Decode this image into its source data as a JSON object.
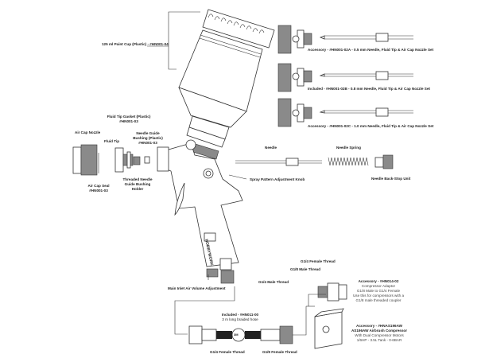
{
  "title": "Airbrush spray gun exploded parts diagram",
  "labels": {
    "paint_cup": "125 ml Paint Cup (Plastic) - #HN001-04",
    "nozzle_set_a": "Accessory - #HN001-02A - 0.5 mm Needle, Fluid Tip & Air Cap Nozzle Set",
    "nozzle_set_b": "Included - #HN001-02B - 0.8 mm Needle, Fluid Tip & Air Cap Nozzle Set",
    "nozzle_set_c": "Accessory - #HN001-02C - 1.0 mm Needle, Fluid Tip & Air Cap Nozzle Set",
    "fluid_tip_gasket": [
      "Fluid Tip Gasket (Plastic)",
      "#HN001-03"
    ],
    "needle_guide_bushing": [
      "Needle Guide",
      "Bushing (Plastic)",
      "#HN001-03"
    ],
    "air_cap_nozzle": "Air Cap Nozzle",
    "fluid_tip": "Fluid Tip",
    "air_cap_seal": [
      "Air Cap Seal",
      "#HN001-03"
    ],
    "threaded_needle_guide": [
      "Threaded Needle",
      "Guide Bushing",
      "Holder"
    ],
    "needle": "Needle",
    "needle_spring": "Needle Spring",
    "needle_back_stop": "Needle Back-Stop Unit",
    "spray_pattern_knob": "Spray Pattern Adjustment Knob",
    "main_inlet": "Main Inlet Air Volume Adjustment",
    "g14_male": "G1/4 Male Thread",
    "g14_female_top": "G1/4 Female Thread",
    "g18_male": "G1/8 Male Thread",
    "adaptor": [
      "Accessory - #HN014-02",
      "Compressor Adaptor",
      "G1/8 Male to G1/4 Female",
      "Use this for compressors with a",
      "G1/8 male threaded coupler"
    ],
    "compressor": [
      "Accessory - #HNAS196AW",
      "AS196AW Airbrush Compressor",
      "With Dual Compressor Motors",
      "1/6HP - 3.5L Tank - 0-6BAR"
    ],
    "hose": [
      "Included - #HN011-00",
      "3 m long braided hose"
    ],
    "hose_badge": "3M",
    "g14_female_bottom": "G1/4 Female Thread",
    "g18_female": "G1/8 Female Thread",
    "brand": "HOBBYWORK"
  }
}
